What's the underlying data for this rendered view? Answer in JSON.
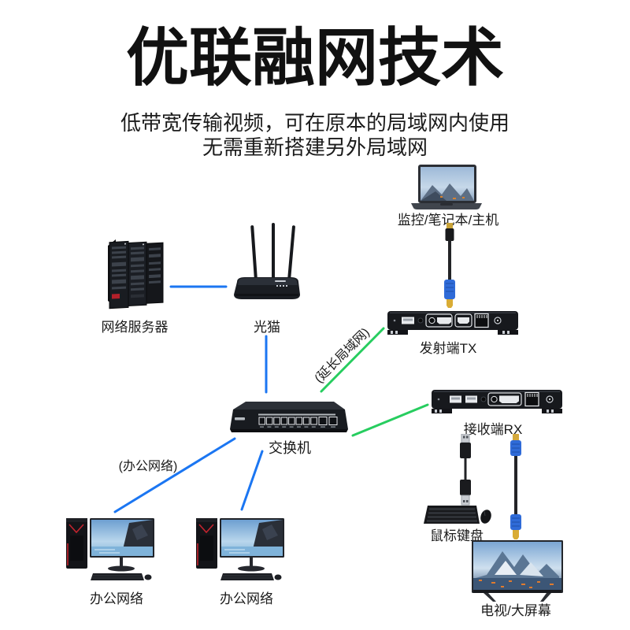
{
  "header": {
    "title": "优联融网技术",
    "subtitle_line1": "低带宽传输视频，可在原本的局域网内使用",
    "subtitle_line2": "无需重新搭建另外局域网"
  },
  "nodes": {
    "server": {
      "label": "网络服务器"
    },
    "modem": {
      "label": "光猫"
    },
    "laptop": {
      "label": "监控/笔记本/主机"
    },
    "tx": {
      "label": "发射端TX"
    },
    "switch": {
      "label": "交换机"
    },
    "rx": {
      "label": "接收端RX"
    },
    "keyboard_mouse": {
      "label": "鼠标键盘"
    },
    "tv": {
      "label": "电视/大屏幕"
    },
    "pc_left": {
      "label": "办公网络"
    },
    "pc_right": {
      "label": "办公网络"
    }
  },
  "edge_labels": {
    "extend_lan": "(延长局域网)",
    "office_lan": "(办公网络)"
  },
  "colors": {
    "line_blue": "#1b76f2",
    "line_green": "#27cd5f",
    "text": "#1a1a1a"
  }
}
